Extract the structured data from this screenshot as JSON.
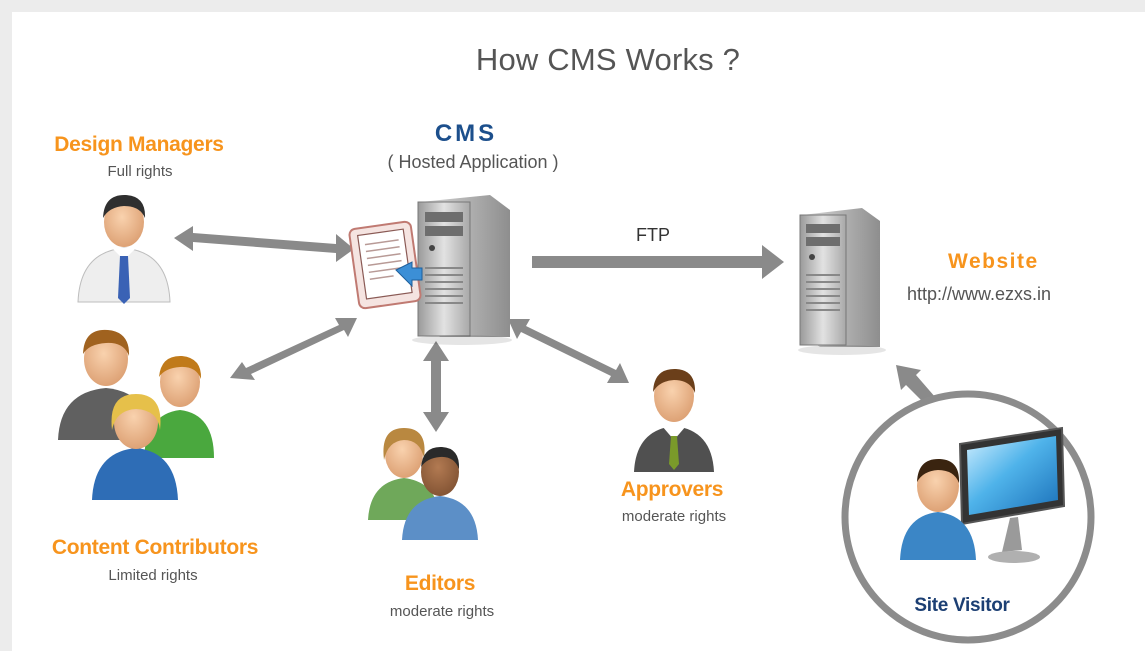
{
  "title": "How CMS Works ?",
  "cms": {
    "label": "CMS",
    "subtitle": "( Hosted Application )"
  },
  "ftp_label": "FTP",
  "website": {
    "label": "Website",
    "url": "http://www.ezxs.in"
  },
  "roles": {
    "design_managers": {
      "label": "Design Managers",
      "rights": "Full rights"
    },
    "content_contributors": {
      "label": "Content Contributors",
      "rights": "Limited rights"
    },
    "editors": {
      "label": "Editors",
      "rights": "moderate rights"
    },
    "approvers": {
      "label": "Approvers",
      "rights": "moderate rights"
    }
  },
  "site_visitor": "Site Visitor",
  "colors": {
    "accent_orange": "#f7941d",
    "cms_blue": "#1c4f8c",
    "arrow_gray": "#8a8a8a",
    "text_gray": "#555555"
  }
}
